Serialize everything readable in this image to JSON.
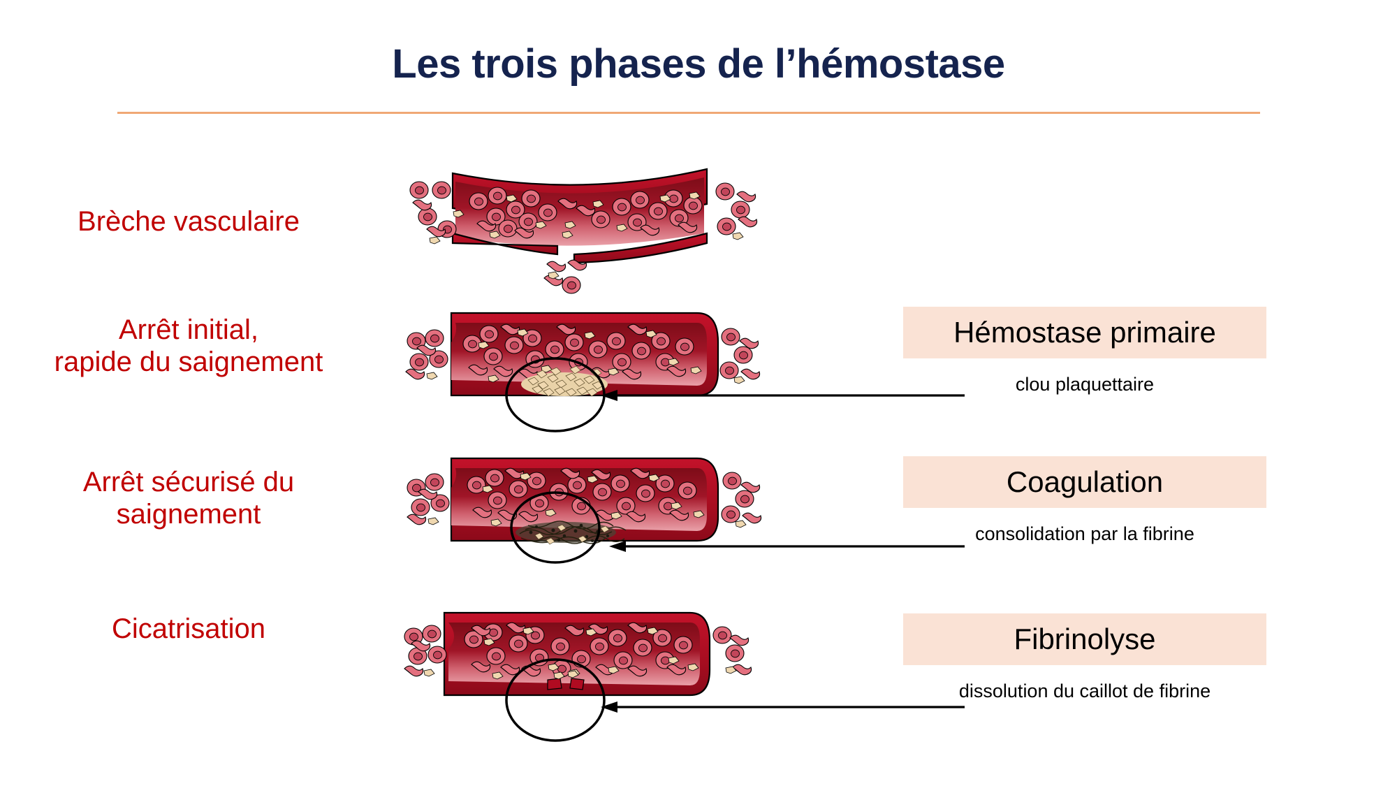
{
  "slide": {
    "title": "Les trois phases de l’hémostase",
    "title_color": "#15234e",
    "rule_color": "#f0a875",
    "background": "#ffffff"
  },
  "phases": {
    "label_color": "#c00000",
    "items": [
      {
        "line1": "Brèche vasculaire",
        "line2": ""
      },
      {
        "line1": "Arrêt initial,",
        "line2": "rapide du saignement"
      },
      {
        "line1": "Arrêt sécurisé du",
        "line2": "saignement"
      },
      {
        "line1": "Cicatrisation",
        "line2": ""
      }
    ]
  },
  "boxes": {
    "fill_color": "#fae2d5",
    "text_color": "#000000",
    "items": [
      {
        "title": "Hémostase primaire",
        "caption": "clou plaquettaire"
      },
      {
        "title": "Coagulation",
        "caption": "consolidation par la fibrine"
      },
      {
        "title": "Fibrinolyse",
        "caption": "dissolution du caillot de fibrine"
      }
    ]
  },
  "illustration": {
    "vessel_wall_color": "#b00b21",
    "vessel_wall_dark": "#8c0a1a",
    "lumen_dark": "#8a0f1d",
    "lumen_light": "#e08b95",
    "rbc_color": "#e4707f",
    "rbc_core_color": "#c2455a",
    "platelet_color": "#f0d8b0",
    "fibrin_color": "#2b2b20",
    "outline_color": "#000000",
    "captions": [
      "vaisseau sanguin avec brèche, globules rouges s’échappant",
      "clou plaquettaire obturant la brèche",
      "caillot de fibrine consolidant la brèche",
      "brèche cicatrisée, caillot dissous"
    ]
  },
  "annotations": {
    "arrow_color": "#000000",
    "circle_color": "#000000",
    "arrows": [
      {
        "label": "arrow-to-platelet-plug"
      },
      {
        "label": "arrow-to-fibrin-clot"
      },
      {
        "label": "arrow-to-dissolved-clot"
      }
    ]
  }
}
